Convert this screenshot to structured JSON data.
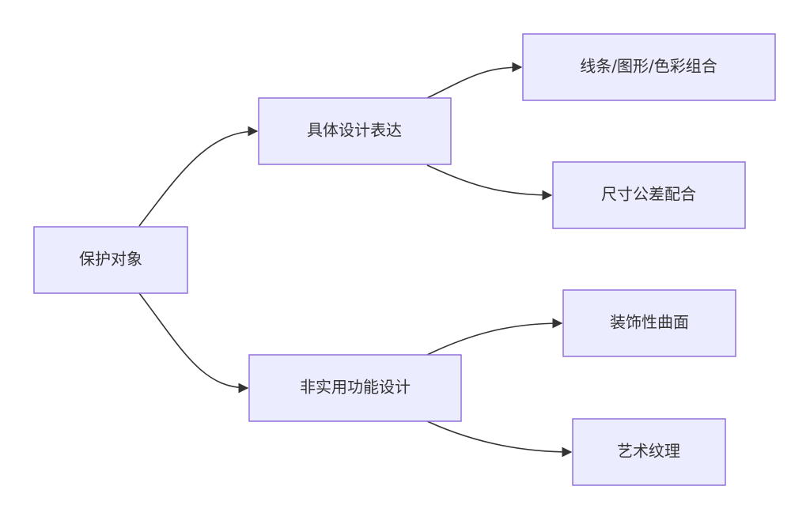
{
  "diagram": {
    "nodes": {
      "root": "保护对象",
      "concrete": "具体设计表达",
      "nonfunc": "非实用功能设计",
      "lines": "线条/图形/色彩组合",
      "size": "尺寸公差配合",
      "surface": "装饰性曲面",
      "texture": "艺术纹理"
    },
    "edges": [
      {
        "from": "root",
        "to": "concrete"
      },
      {
        "from": "root",
        "to": "nonfunc"
      },
      {
        "from": "concrete",
        "to": "lines"
      },
      {
        "from": "concrete",
        "to": "size"
      },
      {
        "from": "nonfunc",
        "to": "surface"
      },
      {
        "from": "nonfunc",
        "to": "texture"
      }
    ]
  }
}
